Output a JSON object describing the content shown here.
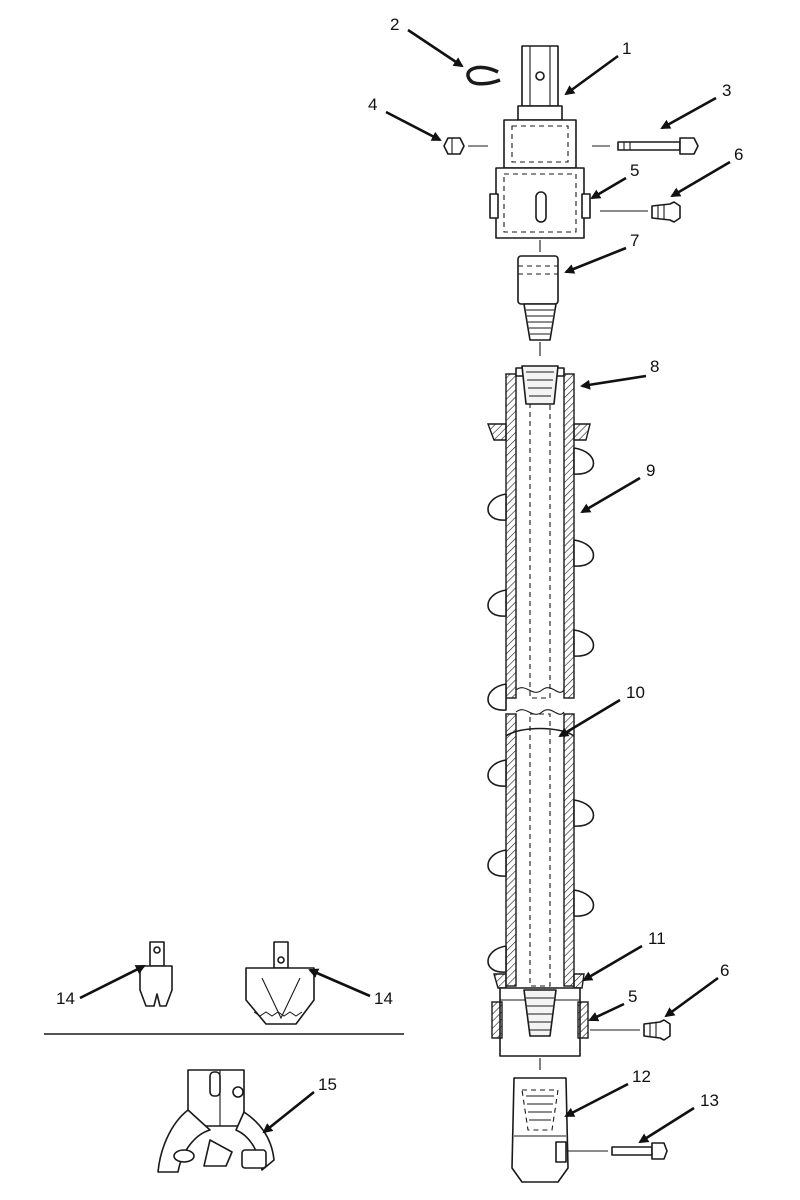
{
  "callouts": [
    {
      "id": "c1",
      "label": "1"
    },
    {
      "id": "c2",
      "label": "2"
    },
    {
      "id": "c3",
      "label": "3"
    },
    {
      "id": "c4",
      "label": "4"
    },
    {
      "id": "c5a",
      "label": "5"
    },
    {
      "id": "c6a",
      "label": "6"
    },
    {
      "id": "c7",
      "label": "7"
    },
    {
      "id": "c8",
      "label": "8"
    },
    {
      "id": "c9",
      "label": "9"
    },
    {
      "id": "c10",
      "label": "10"
    },
    {
      "id": "c11",
      "label": "11"
    },
    {
      "id": "c6b",
      "label": "6"
    },
    {
      "id": "c5b",
      "label": "5"
    },
    {
      "id": "c12",
      "label": "12"
    },
    {
      "id": "c13",
      "label": "13"
    },
    {
      "id": "c14a",
      "label": "14"
    },
    {
      "id": "c14b",
      "label": "14"
    },
    {
      "id": "c15",
      "label": "15"
    }
  ],
  "colors": {
    "line": "#1a1a1a",
    "background": "#ffffff"
  }
}
